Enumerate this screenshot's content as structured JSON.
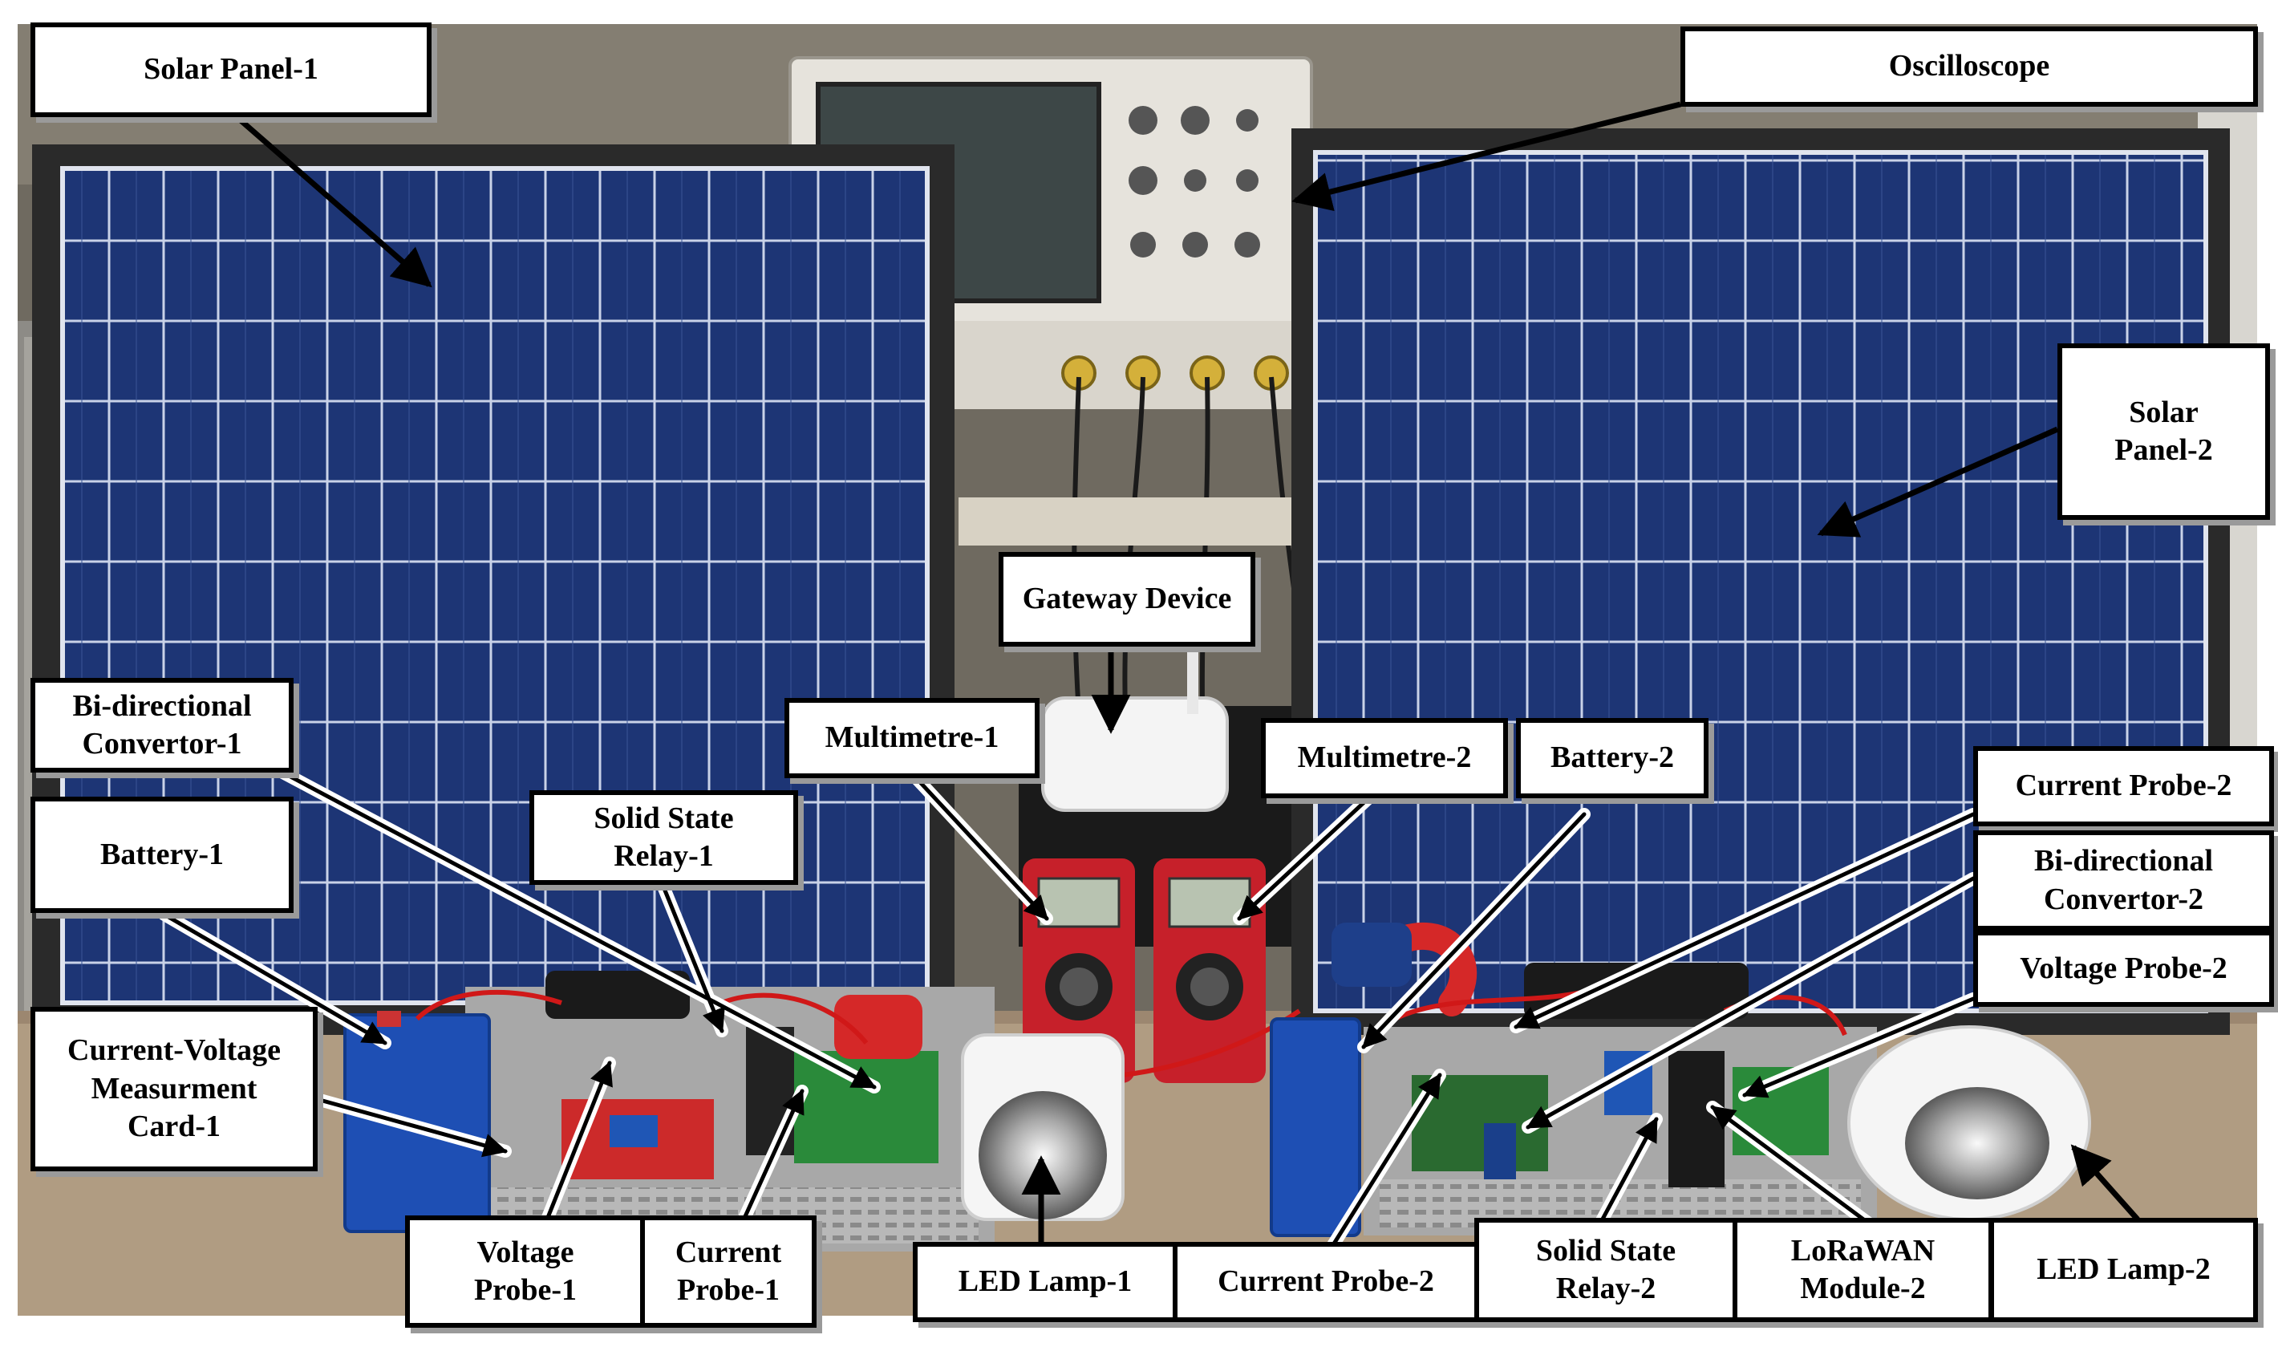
{
  "labels": {
    "solar_panel_1": "Solar Panel-1",
    "oscilloscope": "Oscilloscope",
    "solar_panel_2": "Solar\nPanel-2",
    "gateway_device": "Gateway Device",
    "bidirectional_convertor_1": "Bi-directional\nConvertor-1",
    "multimetre_1": "Multimetre-1",
    "multimetre_2": "Multimetre-2",
    "battery_2": "Battery-2",
    "current_probe_2_top": "Current Probe-2",
    "solid_state_relay_1": "Solid State\nRelay-1",
    "battery_1": "Battery-1",
    "bidirectional_convertor_2": "Bi-directional\nConvertor-2",
    "voltage_probe_2": "Voltage Probe-2",
    "current_voltage_card_1": "Current-Voltage\nMeasurment\nCard-1",
    "voltage_probe_1": "Voltage\nProbe-1",
    "current_probe_1": "Current\nProbe-1",
    "led_lamp_1": "LED Lamp-1",
    "current_probe_2_bottom": "Current Probe-2",
    "solid_state_relay_2": "Solid State\nRelay-2",
    "lorawan_module_2": "LoRaWAN\nModule-2",
    "led_lamp_2": "LED Lamp-2"
  },
  "colors": {
    "wall": "#6f6a60",
    "desk": "#b09c82",
    "panel_cell": "#1d3575",
    "panel_frame": "#2a2a2a",
    "scope_body": "#e6e3dc",
    "multimeter_red": "#c6202a",
    "battery_blue": "#1e4fb4",
    "label_border": "#000000",
    "arrow": "#000000"
  }
}
